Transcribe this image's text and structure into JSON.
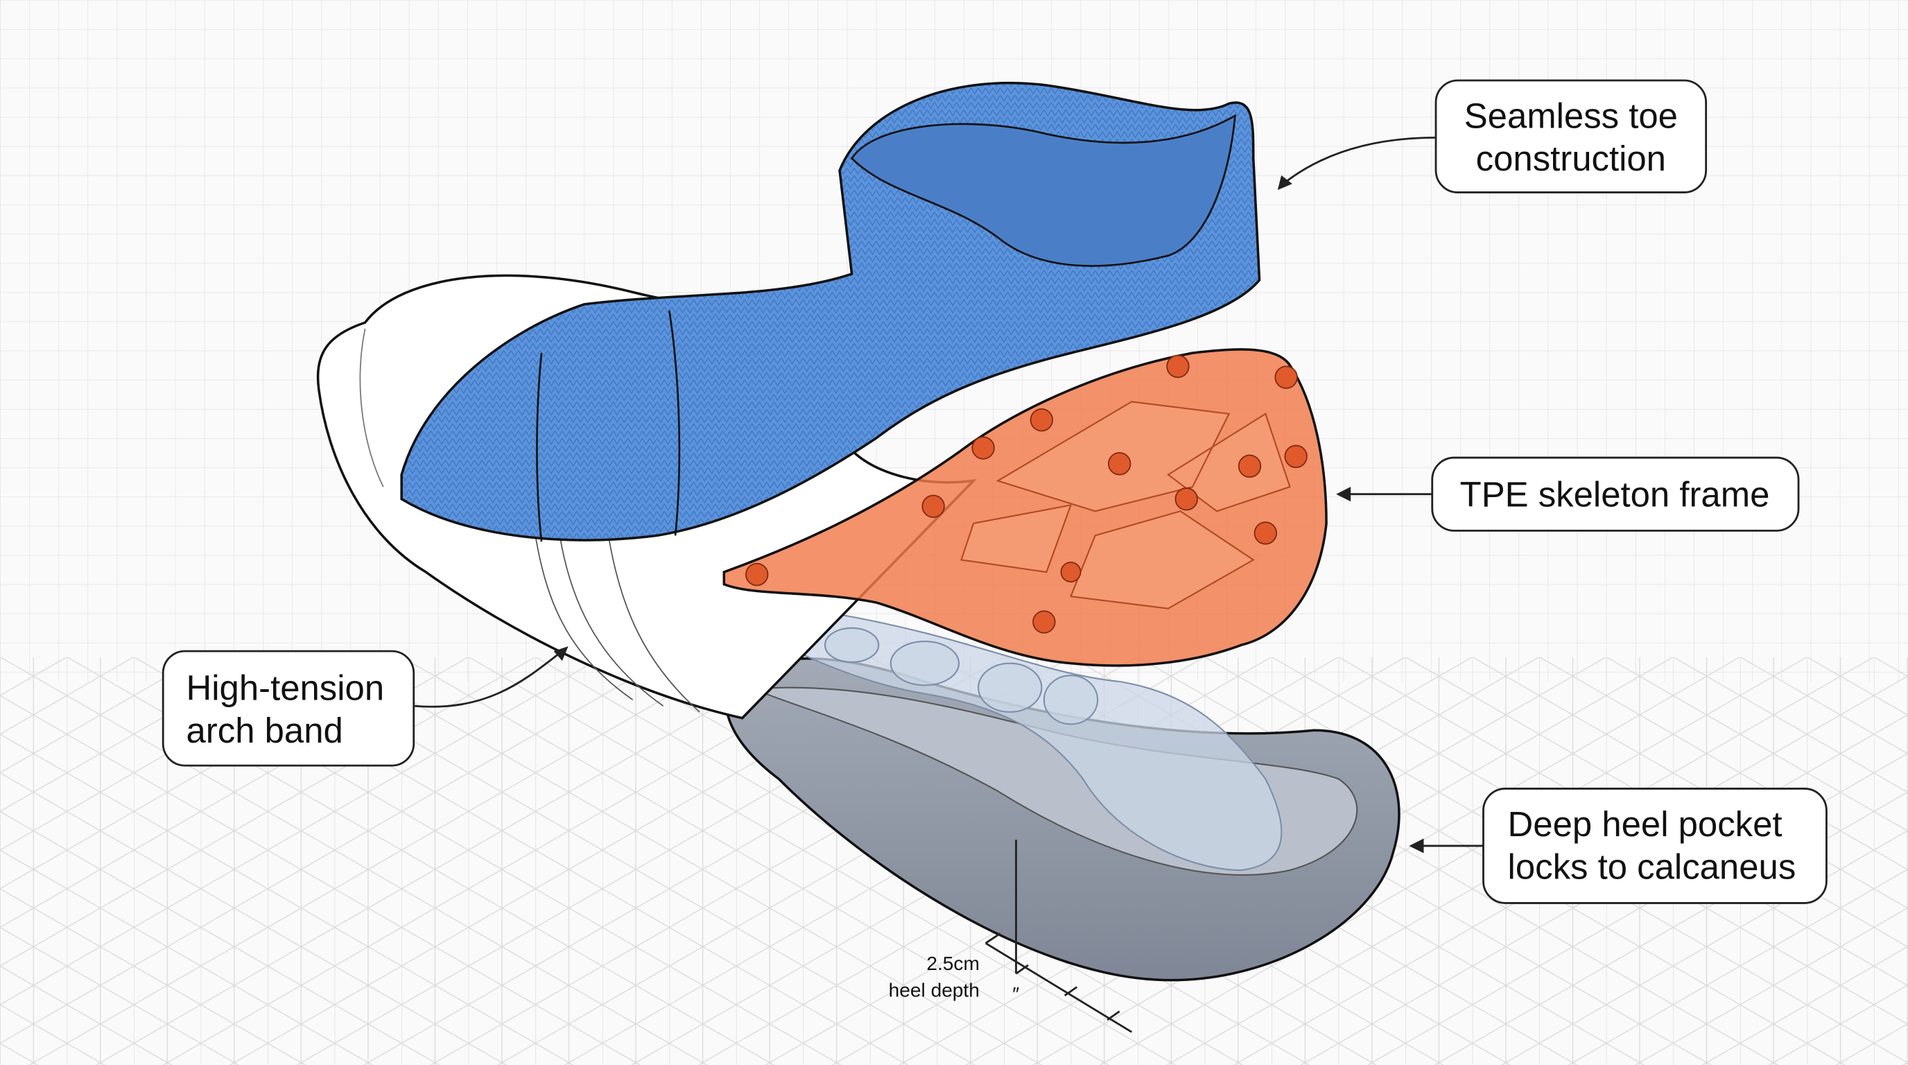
{
  "callouts": {
    "toe": {
      "line1": "Seamless toe",
      "line2": "construction"
    },
    "frame": {
      "line1": "TPE skeleton frame"
    },
    "arch": {
      "line1": "High-tension",
      "line2": "arch band"
    },
    "heel": {
      "line1": "Deep heel pocket",
      "line2": "locks to calcaneus"
    }
  },
  "dimension": {
    "value": "2.5cm",
    "label": "heel depth",
    "mark": "″"
  },
  "colors": {
    "knit": "#5b93dc",
    "frame": "#f07a4a",
    "insole": "#8f97a6",
    "bone": "#c9d6e6"
  }
}
